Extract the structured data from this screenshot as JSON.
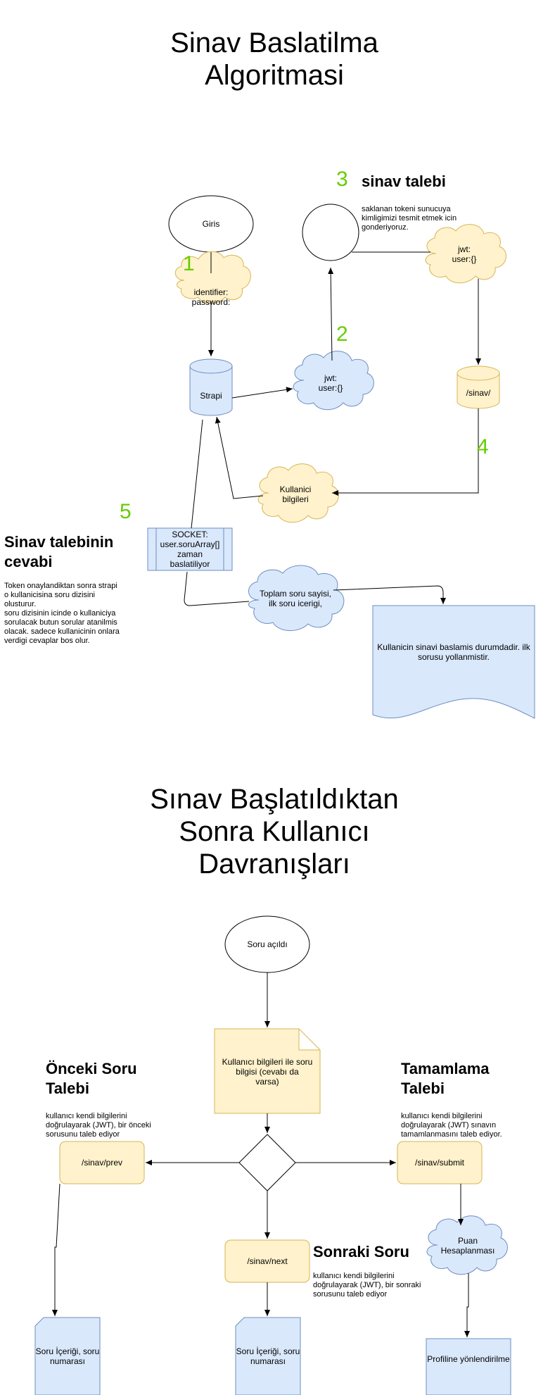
{
  "section1": {
    "title": "Sinav Baslatilma Algoritmasi",
    "steps": {
      "s1": "1",
      "s2": "2",
      "s3": "3",
      "s4": "4",
      "s5": "5"
    },
    "exam_request": {
      "heading": "sinav talebi",
      "text": "saklanan tokeni sunucuya\nkimligimizi tesmit etmek icin\ngonderiyoruz."
    },
    "response": {
      "heading": "Sinav talebinin\ncevabi",
      "text": "Token onaylandiktan sonra strapi\no kullanicisina soru dizisini\nolusturur.\nsoru dizisinin icinde o kullaniciya\nsorulacak butun sorular atanilmis\nolacak. sadece kullanicinin onlara\nverdigi cevaplar bos olur."
    },
    "nodes": {
      "giris": "Giris",
      "identifier": "identifier:\npassword:",
      "strapi": "Strapi",
      "jwt_left": "jwt:\nuser:{}",
      "jwt_right": "jwt:\nuser:{}",
      "sinav": "/sinav/",
      "kullanici_bilgileri": "Kullanici\nbilgileri",
      "socket": "SOCKET:\nuser.soruArray[]\nzaman\nbaslatiliyor",
      "toplam": "Toplam soru sayisi,\nilk soru icerigi,",
      "status_doc": "Kullanicin sinavi baslamis durumdadir. ilk\nsorusu yollanmistir."
    }
  },
  "section2": {
    "title": "Sınav Başlatıldıktan\nSonra Kullanıcı\nDavranışları",
    "prev": {
      "heading": "Önceki Soru\nTalebi",
      "text": "kullanıcı kendi bilgilerini\ndoğrulayarak (JWT), bir önceki\nsorusunu taleb ediyor"
    },
    "submit": {
      "heading": "Tamamlama\nTalebi",
      "text": "kullanıcı kendi bilgilerini\ndoğrulayarak (JWT) sınavın\ntamamlanmasını taleb ediyor."
    },
    "next": {
      "heading": "Sonraki Soru",
      "text": "kullanıcı kendi bilgilerini\ndoğrulayarak (JWT), bir sonraki\nsorusunu taleb ediyor"
    },
    "nodes": {
      "soru_acildi": "Soru açıldı",
      "note": "Kullanıcı bilgileri ile soru\nbilgisi (cevabı da\nvarsa)",
      "prev_box": "/sinav/prev",
      "next_box": "/sinav/next",
      "submit_box": "/sinav/submit",
      "puan": "Puan\nHesaplanması",
      "card_left": "Soru İçeriği, soru\nnumarası",
      "card_mid": "Soru İçeriği, soru\nnumarası",
      "profile_doc": "Profiline yönlendirilme"
    }
  }
}
